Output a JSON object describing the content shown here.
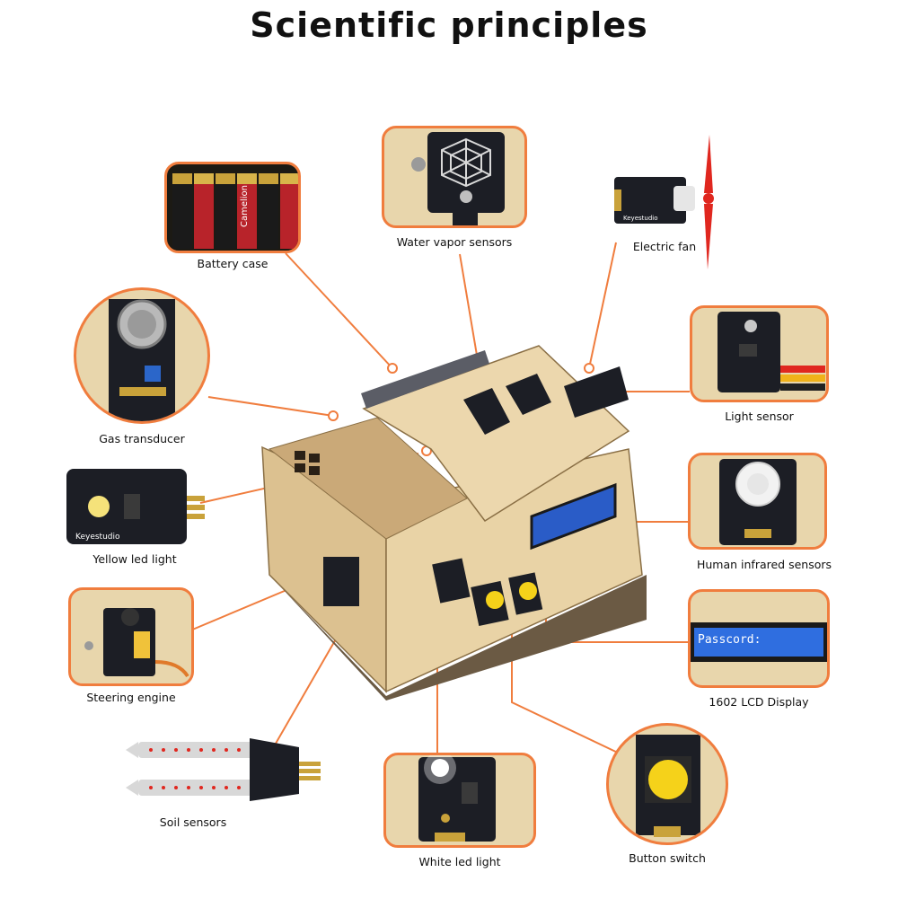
{
  "title": "Scientific principles",
  "colors": {
    "accent": "#f07d3e",
    "wood": "#e9d3a6",
    "board": "#1c1e25"
  },
  "components": {
    "battery_case": "Battery case",
    "water_vapor": "Water vapor sensors",
    "electric_fan": "Electric fan",
    "light_sensor": "Light sensor",
    "gas_transducer": "Gas transducer",
    "yellow_led": "Yellow led light",
    "human_infrared": "Human infrared sensors",
    "steering_engine": "Steering engine",
    "lcd_display": "1602 LCD Display",
    "soil_sensors": "Soil sensors",
    "white_led": "White led light",
    "button_switch": "Button switch"
  },
  "lcd": {
    "text": "Passcord:"
  },
  "board_brand": "Keyestudio",
  "battery_brand": "Camelion"
}
